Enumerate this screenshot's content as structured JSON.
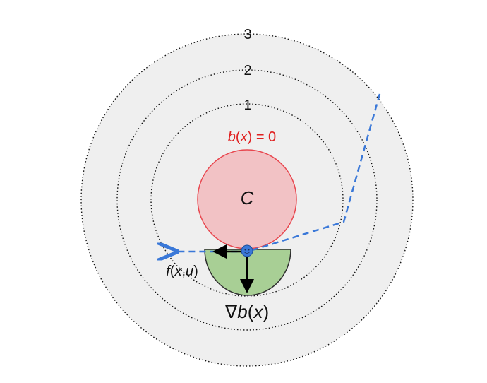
{
  "diagram": {
    "level_labels": [
      "1",
      "2",
      "3"
    ],
    "constraint_label": {
      "fn": "b",
      "arg": "x",
      "rest": " = 0"
    },
    "region_label": "C",
    "dynamics_label": {
      "fn": "f",
      "open": "(",
      "x": "x",
      "comma": ",",
      "u": "u",
      "close": ")"
    },
    "gradient_label": {
      "nabla": "∇",
      "fn": "b",
      "open": "(",
      "x": "x",
      "close": ")"
    },
    "colors": {
      "background_disc": "#efefef",
      "level_ring": "#111111",
      "unsafe_fill": "#f2c2c5",
      "unsafe_stroke": "#e8474f",
      "constraint_text": "#e02020",
      "safe_halfdisc_fill": "#a8cf95",
      "safe_halfdisc_stroke": "#2e2e2e",
      "trajectory": "#3a78d8",
      "agent": "#3a78d8",
      "arrow": "#000000"
    },
    "icons": [
      "agent-face-icon",
      "velocity-arrow-icon",
      "gradient-arrow-icon"
    ]
  }
}
